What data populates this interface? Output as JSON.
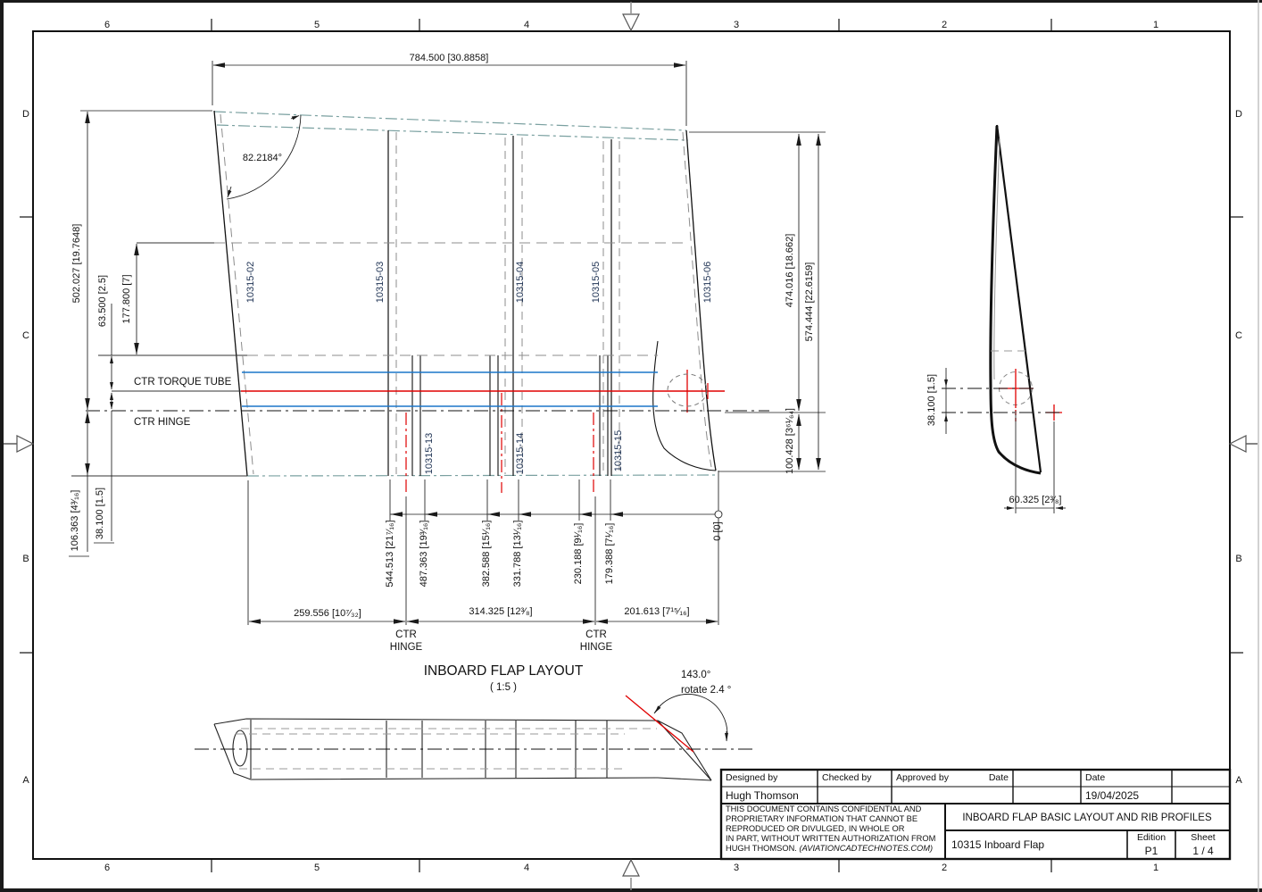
{
  "sheet": {
    "zones": [
      "6",
      "5",
      "4",
      "3",
      "2",
      "1"
    ],
    "rows": [
      "D",
      "C",
      "B",
      "A"
    ]
  },
  "plan": {
    "view_title": "INBOARD FLAP LAYOUT",
    "view_scale": "( 1:5 )",
    "top_dim": "784.500 [30.8858]",
    "angle_dim": "82.2184°",
    "left_dims": {
      "overall": "502.027 [19.7648]",
      "torque_offset": "63.500 [2.5]",
      "spar_offset": "177.800 [7]",
      "tube_to_hinge": "38.100 [1.5]",
      "hinge_to_te": "106.363 [4³⁄₁₆]"
    },
    "right_dims": {
      "hinge_span": "474.016 [18.662]",
      "overall": "574.444 [22.6159]",
      "te_drop": "100.428 [3⁶¹⁄₆₄]"
    },
    "torque_label": "CTR TORQUE TUBE",
    "hinge_label": "CTR HINGE",
    "ribs_upper": [
      "10315-02",
      "10315-03",
      "10315-04",
      "10315-05",
      "10315-06"
    ],
    "ribs_lower": [
      "10315-13",
      "10315-14",
      "10315-15"
    ],
    "stations": [
      "544.513 [21⁷⁄₁₆]",
      "487.363 [19³⁄₁₆]",
      "382.588 [15¹⁄₁₆]",
      "331.788 [13¹⁄₁₆]",
      "230.188 [9¹⁄₁₆]",
      "179.388 [7¹⁄₁₆]",
      "0 [0]"
    ],
    "segments": [
      "259.556 [10⁷⁄₃₂]",
      "314.325 [12³⁄₈]",
      "201.613 [7¹⁵⁄₁₆]"
    ],
    "ctr": "CTR",
    "hinge": "HINGE"
  },
  "side": {
    "angle": "143.0°",
    "note": "rotate 2.4 °"
  },
  "profile": {
    "offset_dim": "38.100 [1.5]",
    "width_dim": "60.325 [2³⁄₈]"
  },
  "title_block": {
    "designed_label": "Designed by",
    "designer": "Hugh Thomson",
    "checked_label": "Checked by",
    "approved_label": "Approved by",
    "date_label": "Date",
    "date_label2": "Date",
    "date": "19/04/2025",
    "legal1": "THIS DOCUMENT CONTAINS CONFIDENTIAL AND",
    "legal2": "PROPRIETARY INFORMATION THAT CANNOT BE",
    "legal3": "REPRODUCED OR DIVULGED, IN WHOLE OR",
    "legal4": "IN PART, WITHOUT WRITTEN AUTHORIZATION FROM",
    "legal5a": "HUGH THOMSON. ",
    "legal5b": "(AVIATIONCADTECHNOTES.COM)",
    "title": "INBOARD FLAP BASIC LAYOUT AND RIB PROFILES",
    "part": "10315 Inboard Flap",
    "edition_label": "Edition",
    "edition": "P1",
    "sheet_label": "Sheet",
    "sheet_no": "1 / 4"
  },
  "colors": {
    "centerline_red": "#e00000",
    "torque_blue": "#1b76c8",
    "trace_teal": "#7aa0a0"
  }
}
